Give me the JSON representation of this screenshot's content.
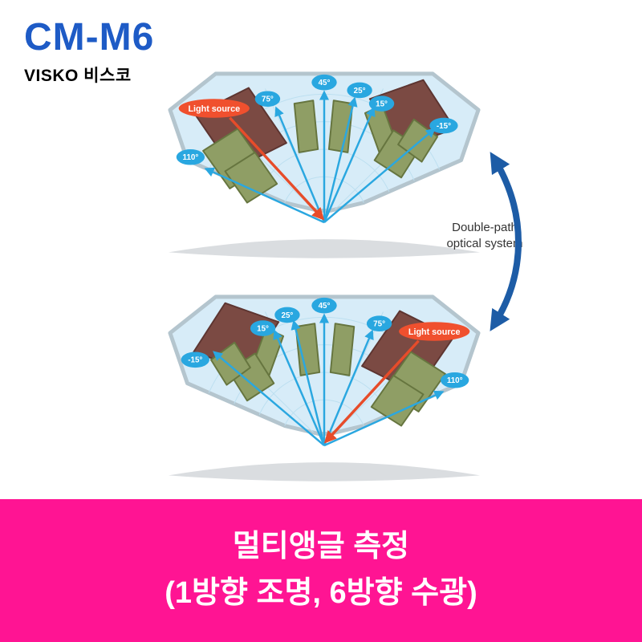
{
  "header": {
    "model": "CM-M6",
    "brand": "VISKO 비스코"
  },
  "diagram": {
    "light_source_label": "Light source",
    "double_path_label": "Double-path optical system",
    "top": {
      "angles": [
        "110°",
        "75°",
        "45°",
        "25°",
        "15°",
        "-15°"
      ]
    },
    "bottom": {
      "angles": [
        "-15°",
        "15°",
        "25°",
        "45°",
        "75°",
        "110°"
      ]
    }
  },
  "banner": {
    "line1": "멀티앵글 측정",
    "line2": "(1방향 조명, 6방향 수광)"
  },
  "colors": {
    "model_text": "#1e5bc6",
    "angle_badge": "#29a7e0",
    "light_source_badge": "#f0502e",
    "beam_blue": "#2aa7e0",
    "beam_red": "#e74c2a",
    "housing_fill": "#d7ecf8",
    "block_maroon": "#7b4a43",
    "block_olive": "#8f9e65",
    "double_path_arrow": "#1d5ca6",
    "banner_background": "#ff1493",
    "banner_text": "#ffffff"
  }
}
